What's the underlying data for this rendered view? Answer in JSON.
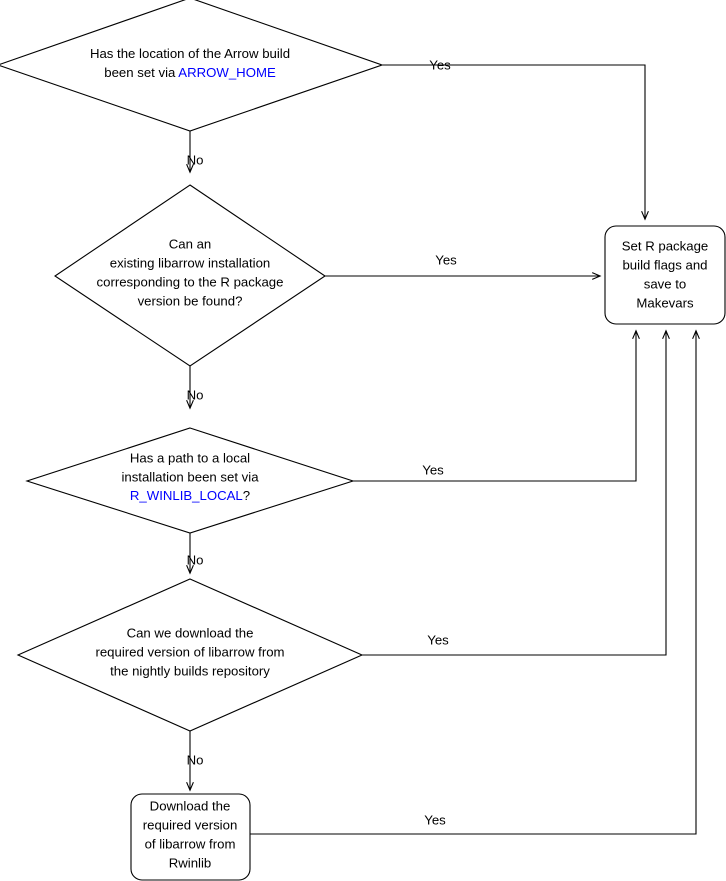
{
  "diagram": {
    "title": "Arrow R package libarrow resolution flowchart",
    "colors": {
      "stroke": "#000000",
      "fill": "#ffffff",
      "env_var_text": "#0000ff",
      "text": "#000000"
    },
    "nodes": [
      {
        "id": "arrow-home-decision",
        "name": "decision-arrow-home",
        "shape": "diamond",
        "lines": [
          {
            "segments": [
              {
                "text": "Has the location of the Arrow build",
                "style": "plain"
              }
            ]
          },
          {
            "segments": [
              {
                "text": "been set via ",
                "style": "plain"
              },
              {
                "text": "ARROW_HOME",
                "style": "env"
              }
            ]
          }
        ]
      },
      {
        "id": "existing-libarrow-decision",
        "name": "decision-existing-libarrow",
        "shape": "diamond",
        "lines": [
          {
            "segments": [
              {
                "text": "Can an",
                "style": "plain"
              }
            ]
          },
          {
            "segments": [
              {
                "text": "existing libarrow installation",
                "style": "plain"
              }
            ]
          },
          {
            "segments": [
              {
                "text": "corresponding to the R package",
                "style": "plain"
              }
            ]
          },
          {
            "segments": [
              {
                "text": "version be found?",
                "style": "plain"
              }
            ]
          }
        ]
      },
      {
        "id": "winlib-local-decision",
        "name": "decision-r-winlib-local",
        "shape": "diamond",
        "lines": [
          {
            "segments": [
              {
                "text": "Has a path to a local",
                "style": "plain"
              }
            ]
          },
          {
            "segments": [
              {
                "text": "installation been set via",
                "style": "plain"
              }
            ]
          },
          {
            "segments": [
              {
                "text": "R_WINLIB_LOCAL",
                "style": "env"
              },
              {
                "text": "?",
                "style": "plain"
              }
            ]
          }
        ]
      },
      {
        "id": "nightly-download-decision",
        "name": "decision-nightly-builds",
        "shape": "diamond",
        "lines": [
          {
            "segments": [
              {
                "text": "Can we download the",
                "style": "plain"
              }
            ]
          },
          {
            "segments": [
              {
                "text": "required version of libarrow from",
                "style": "plain"
              }
            ]
          },
          {
            "segments": [
              {
                "text": "the nightly builds repository",
                "style": "plain"
              }
            ]
          }
        ]
      },
      {
        "id": "rwinlib-download-process",
        "name": "process-download-rwinlib",
        "shape": "rounded-rect",
        "lines": [
          {
            "segments": [
              {
                "text": "Download the",
                "style": "plain"
              }
            ]
          },
          {
            "segments": [
              {
                "text": "required version",
                "style": "plain"
              }
            ]
          },
          {
            "segments": [
              {
                "text": "of libarrow from",
                "style": "plain"
              }
            ]
          },
          {
            "segments": [
              {
                "text": "Rwinlib",
                "style": "plain"
              }
            ]
          }
        ]
      },
      {
        "id": "set-build-flags-process",
        "name": "process-set-build-flags",
        "shape": "rounded-rect",
        "lines": [
          {
            "segments": [
              {
                "text": "Set R package",
                "style": "plain"
              }
            ]
          },
          {
            "segments": [
              {
                "text": "build flags and",
                "style": "plain"
              }
            ]
          },
          {
            "segments": [
              {
                "text": "save to",
                "style": "plain"
              }
            ]
          },
          {
            "segments": [
              {
                "text": "Makevars",
                "style": "plain"
              }
            ]
          }
        ]
      }
    ],
    "edges": [
      {
        "id": "e1",
        "name": "edge-arrow-home-yes",
        "label": "Yes",
        "from": "arrow-home-decision",
        "to": "set-build-flags-process"
      },
      {
        "id": "e2",
        "name": "edge-arrow-home-no",
        "label": "No",
        "from": "arrow-home-decision",
        "to": "existing-libarrow-decision"
      },
      {
        "id": "e3",
        "name": "edge-existing-libarrow-yes",
        "label": "Yes",
        "from": "existing-libarrow-decision",
        "to": "set-build-flags-process"
      },
      {
        "id": "e4",
        "name": "edge-existing-libarrow-no",
        "label": "No",
        "from": "existing-libarrow-decision",
        "to": "winlib-local-decision"
      },
      {
        "id": "e5",
        "name": "edge-winlib-local-yes",
        "label": "Yes",
        "from": "winlib-local-decision",
        "to": "set-build-flags-process"
      },
      {
        "id": "e6",
        "name": "edge-winlib-local-no",
        "label": "No",
        "from": "winlib-local-decision",
        "to": "nightly-download-decision"
      },
      {
        "id": "e7",
        "name": "edge-nightly-yes",
        "label": "Yes",
        "from": "nightly-download-decision",
        "to": "set-build-flags-process"
      },
      {
        "id": "e8",
        "name": "edge-nightly-no",
        "label": "No",
        "from": "nightly-download-decision",
        "to": "rwinlib-download-process"
      },
      {
        "id": "e9",
        "name": "edge-rwinlib-yes",
        "label": "Yes",
        "from": "rwinlib-download-process",
        "to": "set-build-flags-process"
      }
    ]
  }
}
